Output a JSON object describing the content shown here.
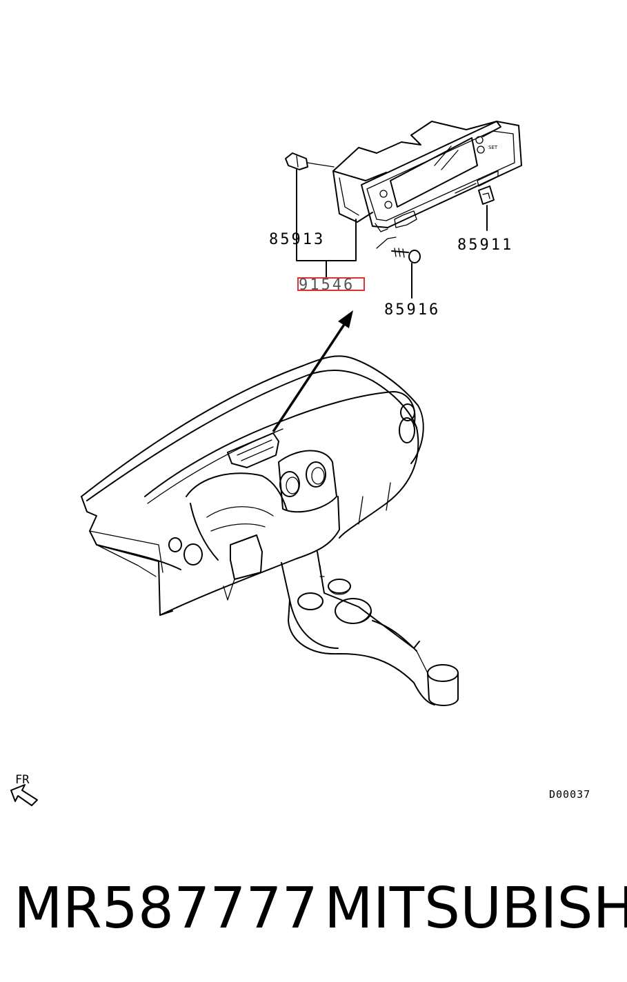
{
  "callouts": {
    "p85913": "85913",
    "p91546": "91546",
    "p85911": "85911",
    "p85916": "85916"
  },
  "highlight_color": "#e03030",
  "orientation_label": "FR",
  "diagram_code": "D00037",
  "footer": {
    "part_number": "MR587777",
    "brand": "MITSUBISHI"
  }
}
